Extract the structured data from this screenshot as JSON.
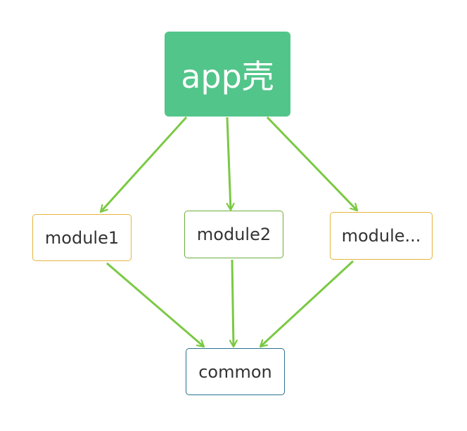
{
  "diagram": {
    "nodes": {
      "app": {
        "label": "app壳"
      },
      "module1": {
        "label": "module1"
      },
      "module2": {
        "label": "module2"
      },
      "module_more": {
        "label": "module..."
      },
      "common": {
        "label": "common"
      }
    },
    "edges": [
      {
        "from": "app",
        "to": "module1"
      },
      {
        "from": "app",
        "to": "module2"
      },
      {
        "from": "app",
        "to": "module_more"
      },
      {
        "from": "module1",
        "to": "common"
      },
      {
        "from": "module2",
        "to": "common"
      },
      {
        "from": "module_more",
        "to": "common"
      }
    ],
    "colors": {
      "app_fill": "#52c58a",
      "edge": "#7ac943",
      "module1_border": "#e3b53c",
      "module2_border": "#6cad3a",
      "module_more_border": "#e3b53c",
      "common_border": "#2a7191"
    }
  }
}
